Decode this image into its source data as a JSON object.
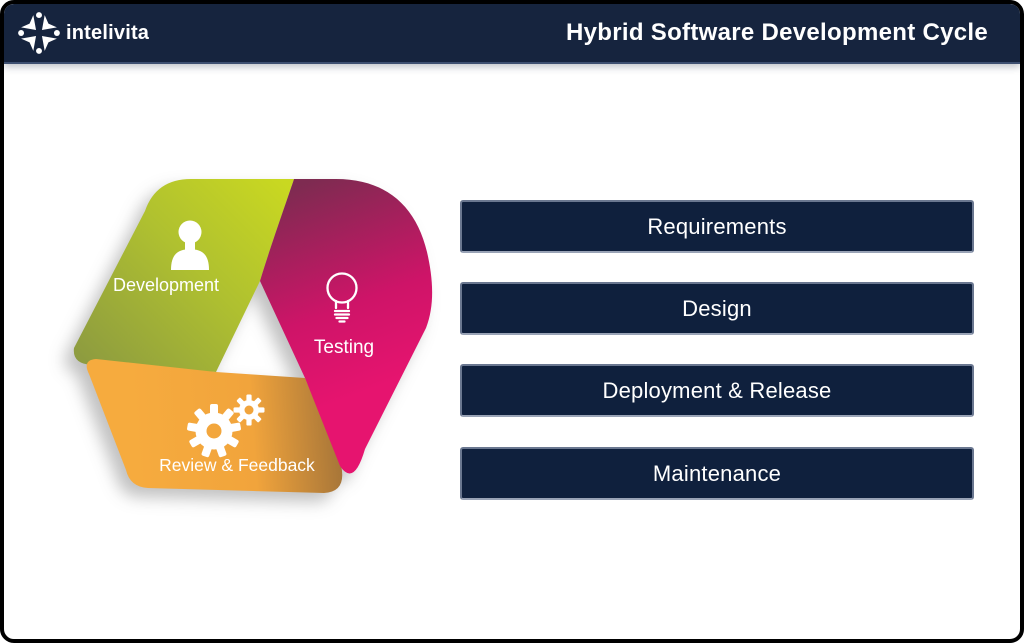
{
  "header": {
    "logo": {
      "text": "intelivita",
      "icon": "intelivita-star-icon"
    },
    "title": "Hybrid Software Development Cycle"
  },
  "cycle": {
    "segments": [
      {
        "label": "Development",
        "icon": "person-icon",
        "color_bright": "#C9D826",
        "color_dark": "#8C9A40"
      },
      {
        "label": "Testing",
        "icon": "lightbulb-icon",
        "color_bright": "#E0136C",
        "color_dark": "#7E2B51"
      },
      {
        "label": "Review & Feedback",
        "icon": "gears-icon",
        "color_bright": "#F6AB3E",
        "color_dark": "#9E7038"
      }
    ]
  },
  "phases": [
    {
      "label": "Requirements"
    },
    {
      "label": "Design"
    },
    {
      "label": "Deployment & Release"
    },
    {
      "label": "Maintenance"
    }
  ],
  "colors": {
    "header_bg": "#16243E",
    "header_line": "#3D4F70",
    "bar_bg": "#0F203D",
    "bar_border": "#6A7790",
    "frame_border": "#000000",
    "text_on_dark": "#FFFFFF"
  }
}
